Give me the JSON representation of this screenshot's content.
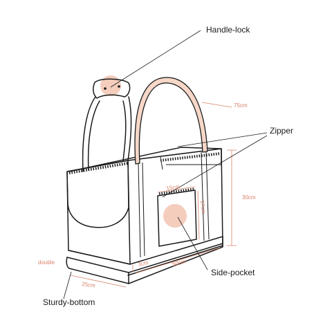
{
  "colors": {
    "ink": "#1a1a1a",
    "accent": "#d9826a",
    "strap_fill": "#f6d7c8",
    "spot_fill": "#f4cdbd"
  },
  "labels": {
    "handle_lock": "Handle-lock",
    "zipper": "Zipper",
    "side_pocket": "Side-pocket",
    "sturdy_bottom": "Sturdy-bottom"
  },
  "measurements": {
    "handle_length": "75cm",
    "height": "30cm",
    "pocket_width": "15cm",
    "pocket_height": "17cm",
    "depth": "25cm",
    "length": "50cm",
    "bottom_height": "3cm",
    "double": "double"
  }
}
